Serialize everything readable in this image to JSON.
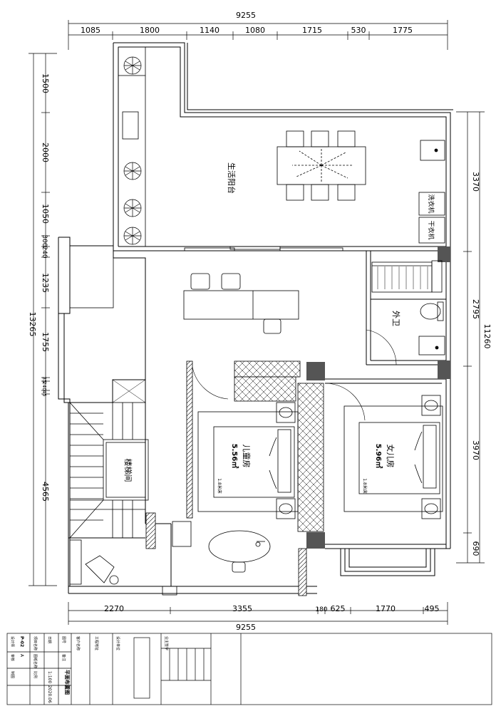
{
  "dimensions": {
    "top_total": "9255",
    "top_segments": [
      "1085",
      "1800",
      "1140",
      "1080",
      "1715",
      "530",
      "1775"
    ],
    "bottom_total": "9255",
    "bottom_segments": [
      "2270",
      "3355",
      "180",
      "625",
      "1770",
      "495"
    ],
    "left_total": "13265",
    "left_segments": [
      "1500",
      "2000",
      "1050",
      "300",
      "240",
      "1235",
      "1755",
      "35",
      "240",
      "45",
      "4565"
    ],
    "right_total": "11260",
    "right_segments": [
      "3370",
      "2795",
      "3970",
      "690"
    ]
  },
  "rooms": {
    "balcony": "生活阳台",
    "guest_bath": "外卫",
    "child_room": "儿童房",
    "child_room_area": "5.56㎡",
    "daughter_room": "女儿房",
    "daughter_room_area": "5.96㎡",
    "stairwell": "楼梯间"
  },
  "fixtures": {
    "washer": "洗衣机",
    "dryer": "干衣机",
    "bed_size_1": "1.8米床",
    "bed_size_2": "1.8米床"
  },
  "title_block": {
    "drawing_title": "平面布置图",
    "scale_value": "1:100",
    "date_value": "2020.06",
    "sheet_no": "P-02",
    "revision": "A",
    "labels": [
      "设计师",
      "审核",
      "制图",
      "项目名称",
      "图纸名称",
      "比例",
      "日期",
      "图号",
      "备注",
      "客户名称",
      "工程地址",
      "设计单位",
      "业主签字"
    ]
  }
}
